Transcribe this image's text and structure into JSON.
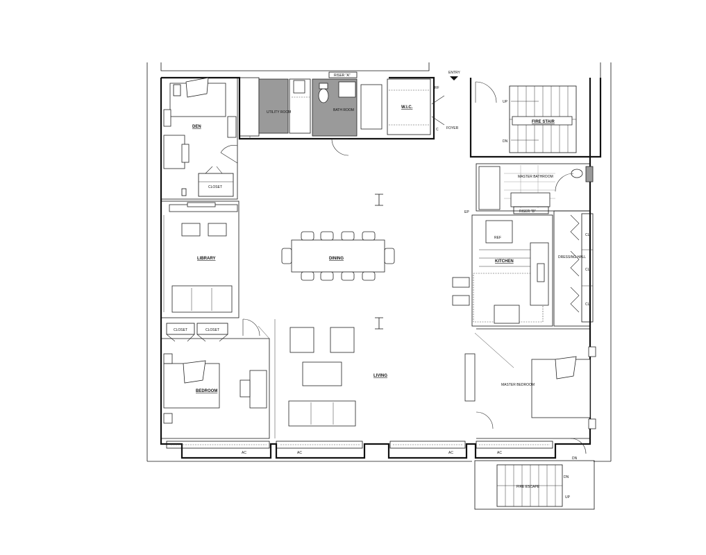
{
  "rooms": {
    "den": "DEN",
    "closet_den": "CLOSET",
    "library": "LIBRARY",
    "closet_a": "CLOSET",
    "closet_b": "CLOSET",
    "bedroom": "BEDROOM",
    "utility": "UTILITY ROOM",
    "bath": "BATH ROOM",
    "wic": "W.I.C.",
    "riser_a": "RISER \"A\"",
    "entry": "ENTRY",
    "foyer": "FOYER",
    "fire_stair": "FIRE STAIR",
    "master_bath": "MASTER BATHROOM",
    "riser_b": "RISER \"B\"",
    "ref": "REF",
    "kitchen": "KITCHEN",
    "dressing_hall": "DRESSING HALL",
    "dining": "DINING",
    "living": "LIVING",
    "master_bedroom": "MASTER BEDROOM",
    "fire_escape": "FIRE ESCAPE"
  },
  "marks": {
    "up": "UP",
    "dn": "DN",
    "ep": "EP",
    "cl": "CL",
    "ac": "AC",
    "rf": "RF",
    "c": "C"
  },
  "colors": {
    "wall": "#111111",
    "shaded_room": "#9a9a9a",
    "background": "#ffffff"
  }
}
